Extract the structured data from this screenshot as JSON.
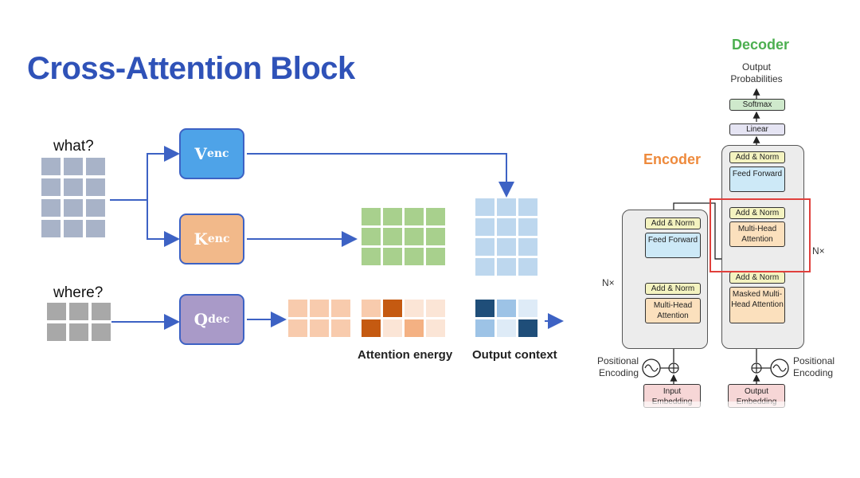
{
  "slide": {
    "title": "Cross-Attention Block"
  },
  "left": {
    "what_label": "what?",
    "where_label": "where?",
    "v_box": {
      "main": "V",
      "sub": "enc"
    },
    "k_box": {
      "main": "K",
      "sub": "enc"
    },
    "q_box": {
      "main": "Q",
      "sub": "dec"
    },
    "attention_energy_label": "Attention energy",
    "output_context_label": "Output context"
  },
  "transformer": {
    "decoder_title": "Decoder",
    "encoder_title": "Encoder",
    "output_probabilities": "Output Probabilities",
    "softmax": "Softmax",
    "linear": "Linear",
    "add_norm": "Add & Norm",
    "feed_forward": "Feed Forward",
    "multi_head_attention": "Multi-Head Attention",
    "masked_multi_head_attention": "Masked Multi-Head Attention",
    "nx": "N×",
    "positional_encoding": "Positional Encoding",
    "input_embedding": "Input Embedding",
    "output_embedding": "Output Embedding"
  },
  "colors": {
    "title": "#2f52b8",
    "v_box": "#4ea3e8",
    "k_box": "#f2b98a",
    "q_box": "#a99ac8",
    "decoder_title": "#4caf50",
    "encoder_title": "#ee8a3c",
    "highlight_box": "#e0403c",
    "arrow": "#3d62c4"
  }
}
